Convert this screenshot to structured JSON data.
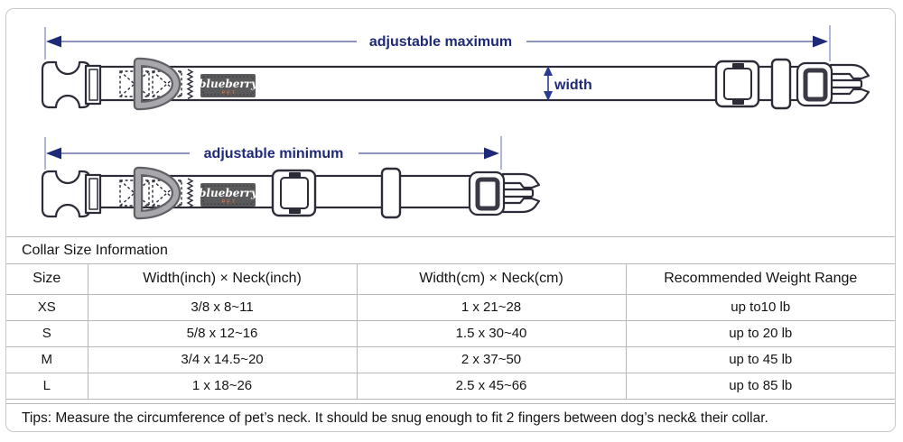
{
  "colors": {
    "annotation_navy": "#1e2a78",
    "arrow_line": "#6670a8",
    "tick_blue": "#99a4d0",
    "collar_outline": "#2c2c38",
    "dring_metal": "#a8a8ac",
    "label_bg": "#5a5a5c",
    "label_pet_orange": "#e8834a",
    "table_border": "#b8b8b8",
    "frame_border": "#c9c9c9"
  },
  "diagram_max": {
    "label": "adjustable maximum",
    "width_label": "width"
  },
  "diagram_min": {
    "label": "adjustable minimum"
  },
  "brand": {
    "name": "blueberry",
    "sub": "PET"
  },
  "table": {
    "title": "Collar Size Information",
    "headers": [
      "Size",
      "Width(inch)  ×  Neck(inch)",
      "Width(cm)  ×  Neck(cm)",
      "Recommended Weight Range"
    ],
    "rows": [
      {
        "size": "XS",
        "inch": "3/8 x 8~11",
        "cm": "1 x 21~28",
        "weight": "up to10 lb"
      },
      {
        "size": "S",
        "inch": "5/8 x 12~16",
        "cm": "1.5 x 30~40",
        "weight": "up to 20 lb"
      },
      {
        "size": "M",
        "inch": "3/4 x 14.5~20",
        "cm": "2 x 37~50",
        "weight": "up to 45 lb"
      },
      {
        "size": "L",
        "inch": "1 x 18~26",
        "cm": "2.5 x 45~66",
        "weight": "up to 85 lb"
      }
    ],
    "tips": "Tips: Measure the circumference of pet’s neck. It should be snug enough to fit 2 fingers between dog’s neck& their collar."
  }
}
